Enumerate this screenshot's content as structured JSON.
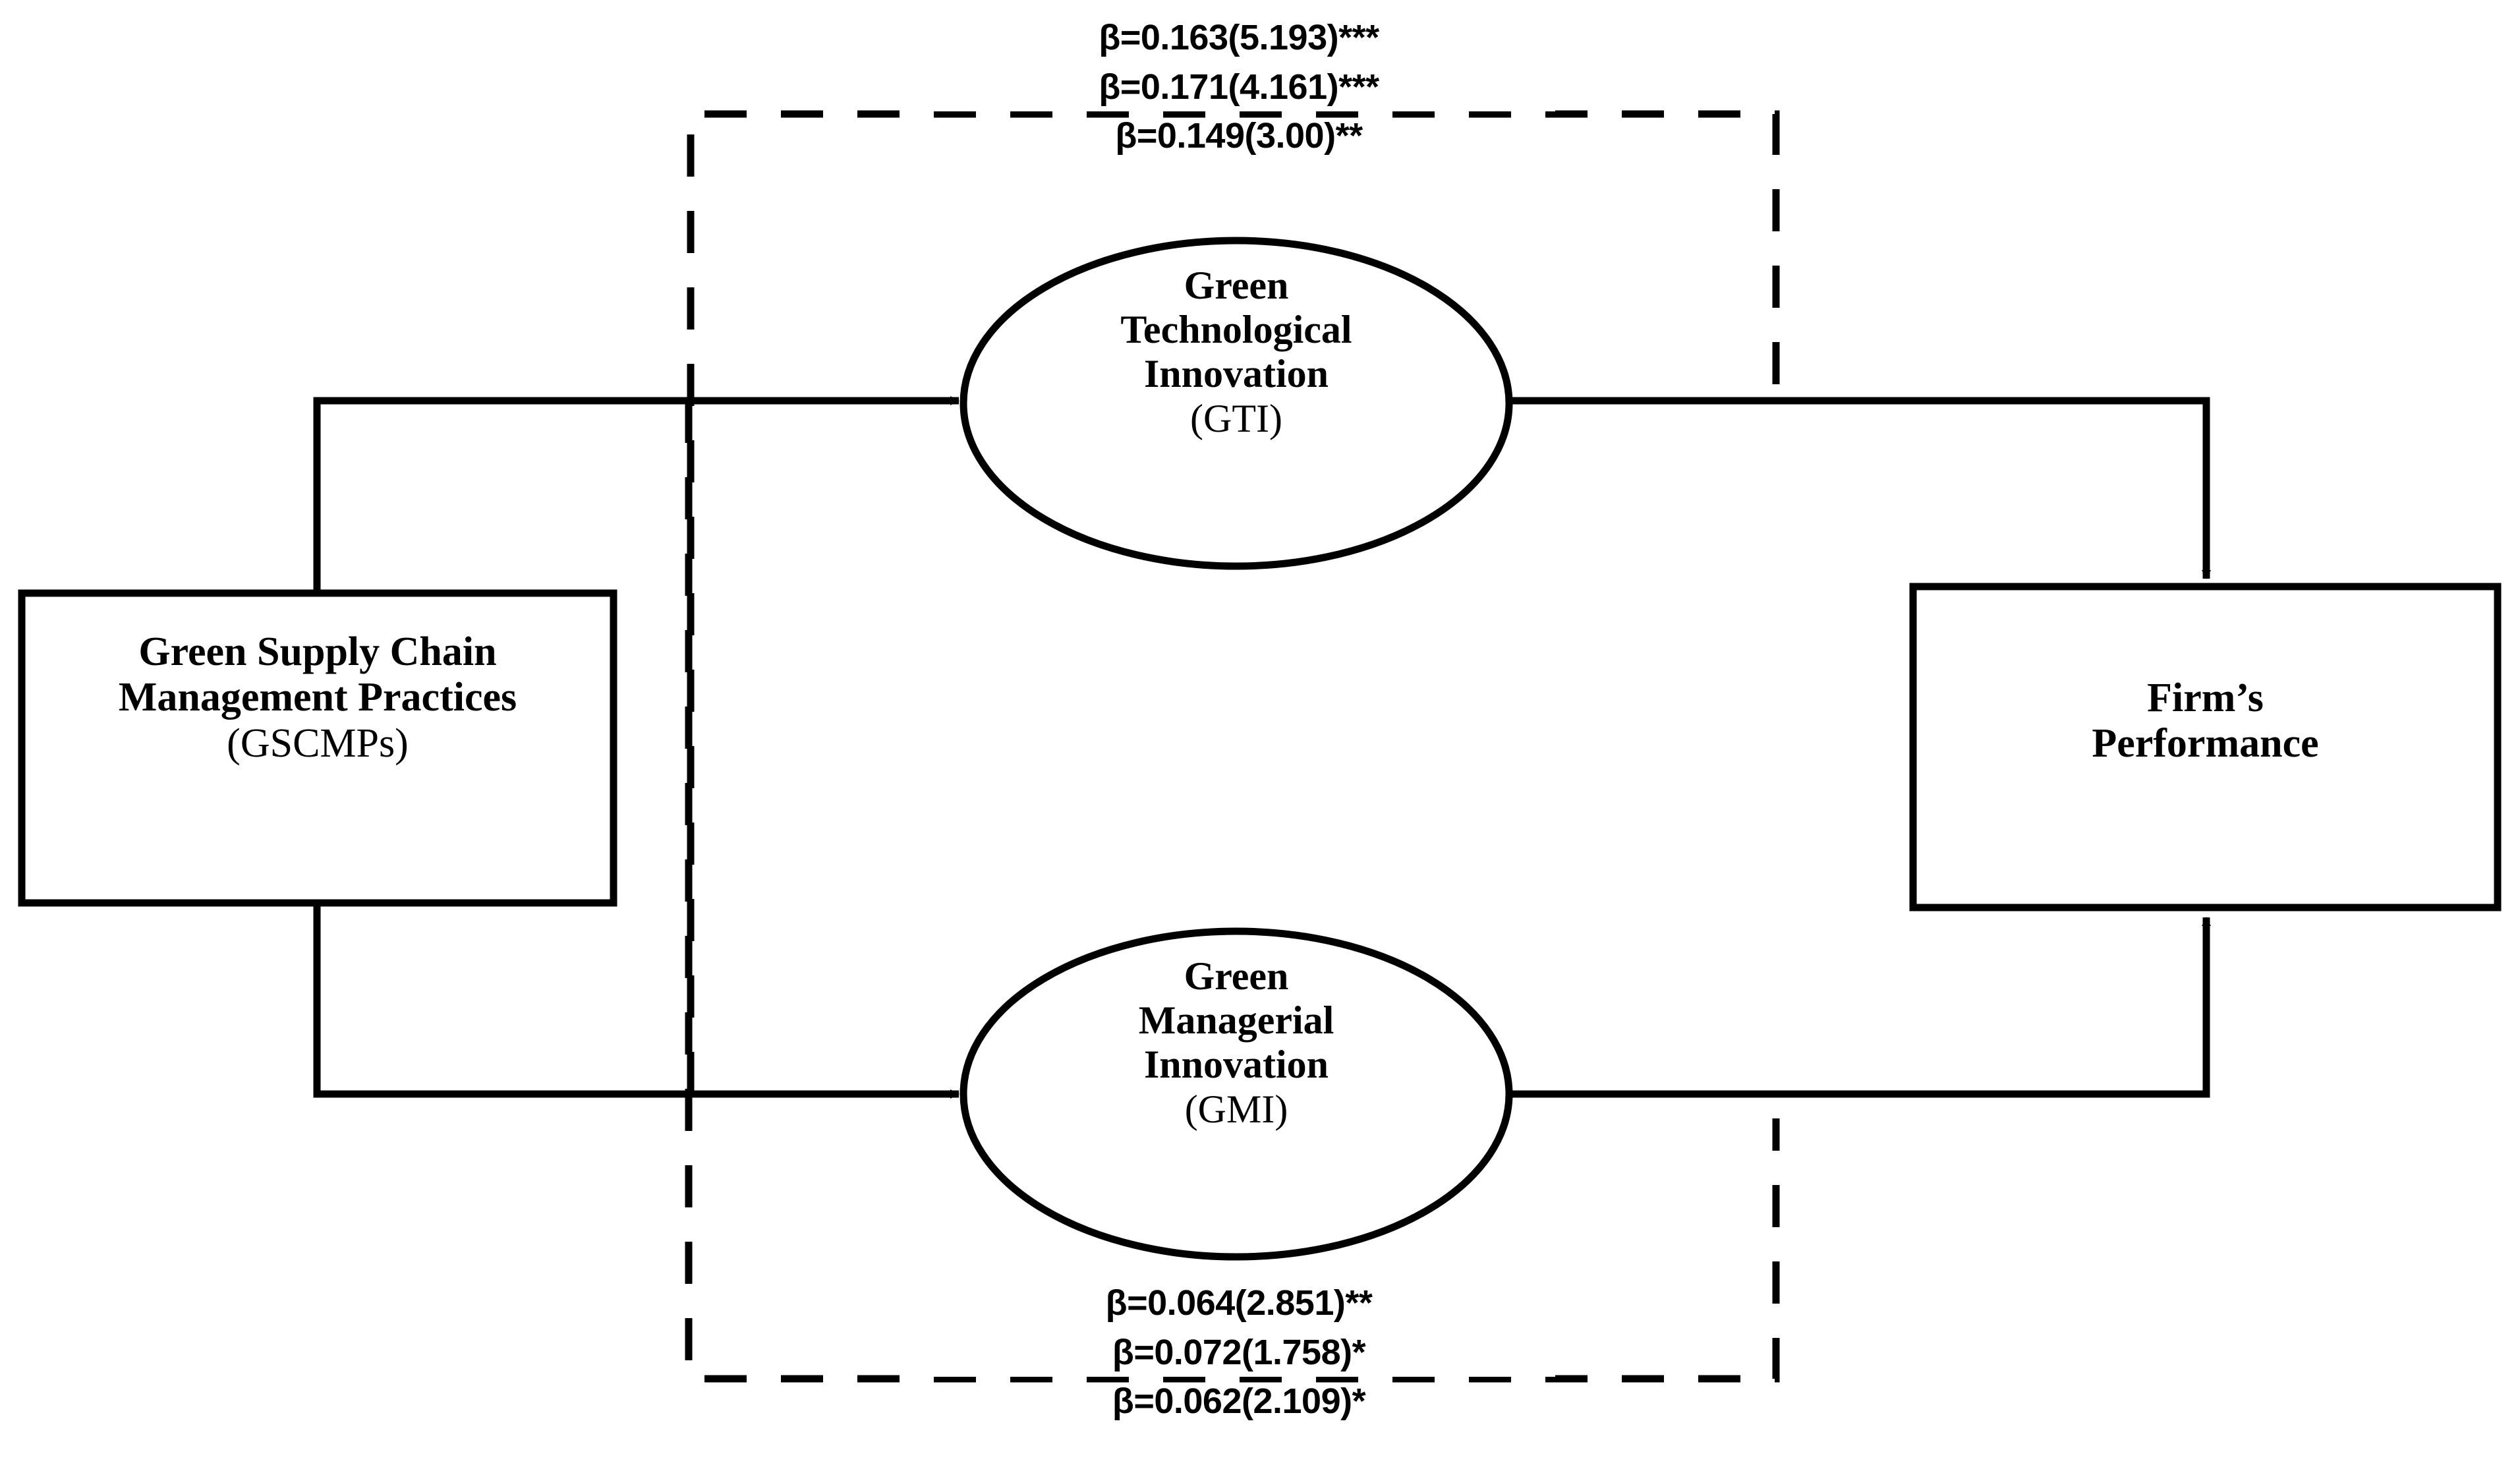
{
  "diagram": {
    "title": "Green Supply Chain Management Practices research model",
    "background_color": "#ffffff",
    "stroke_color": "#000000"
  },
  "nodes": {
    "source_box": {
      "name": "green-supply-chain-management-practices",
      "line1": "Green Supply Chain",
      "line2": "Management Practices",
      "abbrev": "(GSCMPs)",
      "shape": "rectangle"
    },
    "mediator_top": {
      "name": "green-technological-innovation",
      "line1": "Green",
      "line2": "Technological",
      "line3": "Innovation",
      "abbrev": "(GTI)",
      "shape": "ellipse"
    },
    "mediator_bottom": {
      "name": "green-managerial-innovation",
      "line1": "Green",
      "line2": "Managerial",
      "line3": "Innovation",
      "abbrev": "(GMI)",
      "shape": "ellipse"
    },
    "outcome_box": {
      "name": "firms-performance",
      "line1": "Firm’s",
      "line2": "Performance",
      "shape": "rectangle"
    }
  },
  "path_labels": {
    "top_indirect": {
      "name": "gscmps-to-firm-performance-via-gti",
      "lines": [
        "β=0.163(5.193)***",
        "β=0.171(4.161)***",
        "β=0.149(3.00)**"
      ]
    },
    "bottom_indirect": {
      "name": "gscmps-to-firm-performance-via-gmi",
      "lines": [
        "β=0.064(2.851)**",
        "β=0.072(1.758)*",
        "β=0.062(2.109)*"
      ]
    }
  },
  "chart_data": {
    "type": "diagram",
    "title": "Structural model of GSCMPs, green innovation and firm performance",
    "nodes": [
      {
        "id": "GSCMPs",
        "label": "Green Supply Chain Management Practices (GSCMPs)",
        "shape": "rectangle"
      },
      {
        "id": "GTI",
        "label": "Green Technological Innovation (GTI)",
        "shape": "ellipse"
      },
      {
        "id": "GMI",
        "label": "Green Managerial Innovation (GMI)",
        "shape": "ellipse"
      },
      {
        "id": "FP",
        "label": "Firm’s Performance",
        "shape": "rectangle"
      }
    ],
    "edges": [
      {
        "from": "GSCMPs",
        "to": "GTI",
        "style": "solid",
        "arrow": true
      },
      {
        "from": "GTI",
        "to": "FP",
        "style": "solid",
        "arrow": true
      },
      {
        "from": "GSCMPs",
        "to": "GMI",
        "style": "solid",
        "arrow": true
      },
      {
        "from": "GMI",
        "to": "FP",
        "style": "solid",
        "arrow": true
      },
      {
        "from": "GSCMPs",
        "to": "FP",
        "style": "dashed",
        "arrow": false,
        "labels": [
          "β=0.163(5.193)***",
          "β=0.171(4.161)***",
          "β=0.149(3.00)**"
        ],
        "route": "above-via-GTI"
      },
      {
        "from": "GSCMPs",
        "to": "FP",
        "style": "dashed",
        "arrow": false,
        "labels": [
          "β=0.064(2.851)**",
          "β=0.072(1.758)*",
          "β=0.062(2.109)*"
        ],
        "route": "below-via-GMI"
      }
    ],
    "coefficients": [
      {
        "path": "indirect-via-GTI",
        "beta": 0.163,
        "t": 5.193,
        "significance": "***"
      },
      {
        "path": "indirect-via-GTI",
        "beta": 0.171,
        "t": 4.161,
        "significance": "***"
      },
      {
        "path": "indirect-via-GTI",
        "beta": 0.149,
        "t": 3.0,
        "significance": "**"
      },
      {
        "path": "indirect-via-GMI",
        "beta": 0.064,
        "t": 2.851,
        "significance": "**"
      },
      {
        "path": "indirect-via-GMI",
        "beta": 0.072,
        "t": 1.758,
        "significance": "*"
      },
      {
        "path": "indirect-via-GMI",
        "beta": 0.062,
        "t": 2.109,
        "significance": "*"
      }
    ]
  }
}
